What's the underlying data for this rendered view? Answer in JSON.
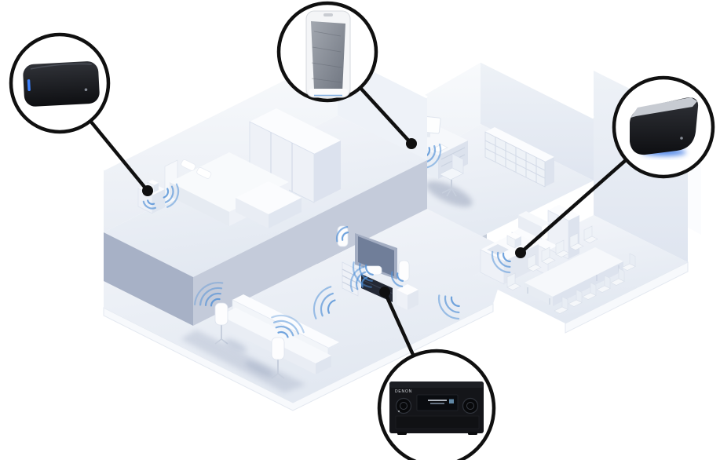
{
  "branding": {
    "receiver_brand": "DENON"
  },
  "colors": {
    "background": "#FFFFFF",
    "leader_line": "#101010",
    "sound_wave": "#4F8FD6",
    "wall_light": "#F4F6FA",
    "wall_shaded": "#E7ECF4",
    "slab_shadow": "#A8B2C7",
    "tv_wall": "#8C99B4",
    "floor": "#F0F3F8",
    "speaker_glow": "#2E6FE4",
    "led_blue": "#3D82FF"
  },
  "scene": {
    "rooms": [
      {
        "id": "bedroom",
        "icon": "bed-icon",
        "speaker_location": "nightstand"
      },
      {
        "id": "office",
        "icon": "desk-icon",
        "speaker_location": "desk"
      },
      {
        "id": "living-room",
        "icon": "tv-icon",
        "speaker_location": "media-console"
      },
      {
        "id": "kitchen-dining",
        "icon": "dining-table-icon",
        "speaker_location": "kitchen-counter"
      },
      {
        "id": "lounge",
        "icon": "sofa-icon",
        "speaker_location": "floor-stands"
      }
    ]
  },
  "callouts": [
    {
      "id": "callout-left",
      "icon": "portable-speaker-icon",
      "product": "black compact wireless speaker",
      "points_to": "bedroom-nightstand-speaker"
    },
    {
      "id": "callout-top",
      "icon": "tower-speaker-icon",
      "product": "white wireless speaker",
      "points_to": "office-desk-speaker"
    },
    {
      "id": "callout-right",
      "icon": "large-speaker-icon",
      "product": "black premium wireless speaker",
      "points_to": "kitchen-counter-speaker"
    },
    {
      "id": "callout-bottom",
      "icon": "av-receiver-icon",
      "product": "AV receiver",
      "points_to": "living-room-receiver"
    }
  ]
}
